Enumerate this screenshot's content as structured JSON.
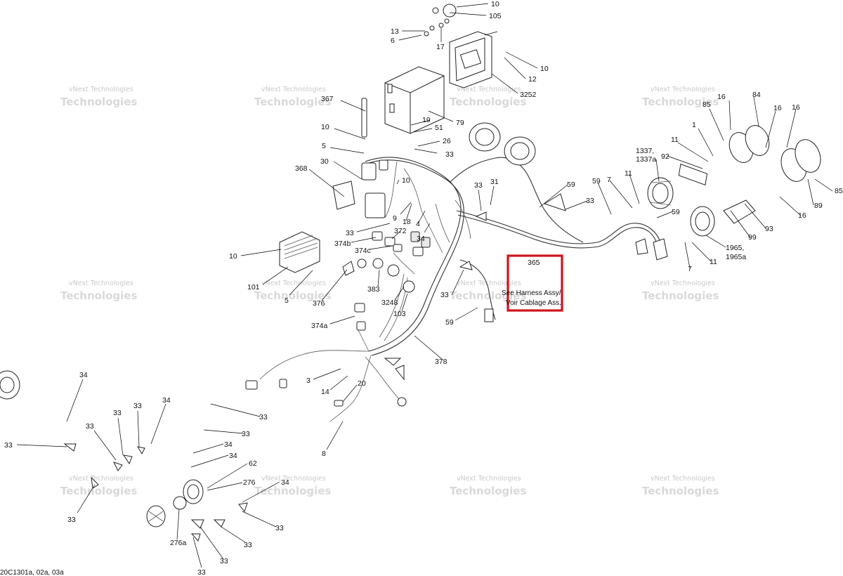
{
  "diagram": {
    "document_code": "20C1301a, 02a, 03a",
    "watermark_brand": "vNext Technologies",
    "watermark_line1": "vNext Technologies",
    "watermark_line2": "Technologies",
    "highlight": {
      "part_number": "365",
      "note_en": "See Harness Assy/",
      "note_fr": "Voir Cablage Ass.",
      "box_color": "#d0151b"
    },
    "callouts": {
      "c10a": "10",
      "c105": "105",
      "c13": "13",
      "c6": "6",
      "c17": "17",
      "c10b": "10",
      "c12": "12",
      "c3252": "3252",
      "c367": "367",
      "c79": "79",
      "c10c": "10",
      "c19": "19",
      "c51": "51",
      "c26": "26",
      "c33a": "33",
      "c5a": "5",
      "c368": "368",
      "c30": "30",
      "c10d": "10",
      "c9": "9",
      "c18": "18",
      "c4": "4",
      "c34a": "34",
      "c33b": "33",
      "c374b": "374b",
      "c372": "372",
      "c374c": "374c",
      "c33c": "33",
      "c31": "31",
      "c59a": "59",
      "c33d": "33",
      "c10e": "10",
      "c101": "101",
      "c5b": "5",
      "c376": "376",
      "c383": "383",
      "c3248": "3248",
      "c103": "103",
      "c33e": "33",
      "c59b": "59",
      "c374a": "374a",
      "c378": "378",
      "c3": "3",
      "c14": "14",
      "c20": "20",
      "c8": "8",
      "c16a": "16",
      "c84": "84",
      "c85": "85",
      "c16b": "16",
      "c16c": "16",
      "c1": "1",
      "c11a": "11",
      "c1337": "1337,",
      "c1337a": "1337a",
      "c92": "92",
      "c59c": "59",
      "c7a": "7",
      "c11b": "11",
      "c59d": "59",
      "c85b": "85",
      "c89": "89",
      "c16d": "16",
      "c93": "93",
      "c99": "99",
      "c1965": "1965,",
      "c1965a": "1965a",
      "c11c": "11",
      "c7b": "7",
      "c34b": "34",
      "c33f": "33",
      "c33g": "33",
      "c34c": "34",
      "c33h": "33",
      "c33i": "33",
      "c33j": "33",
      "c33k": "33",
      "c34d": "34",
      "c34e": "34",
      "c62": "62",
      "c276": "276",
      "c34f": "34",
      "c33l": "33",
      "c33m": "33",
      "c276a": "276a",
      "c33n": "33",
      "c33o": "33",
      "c33p": "33"
    }
  }
}
